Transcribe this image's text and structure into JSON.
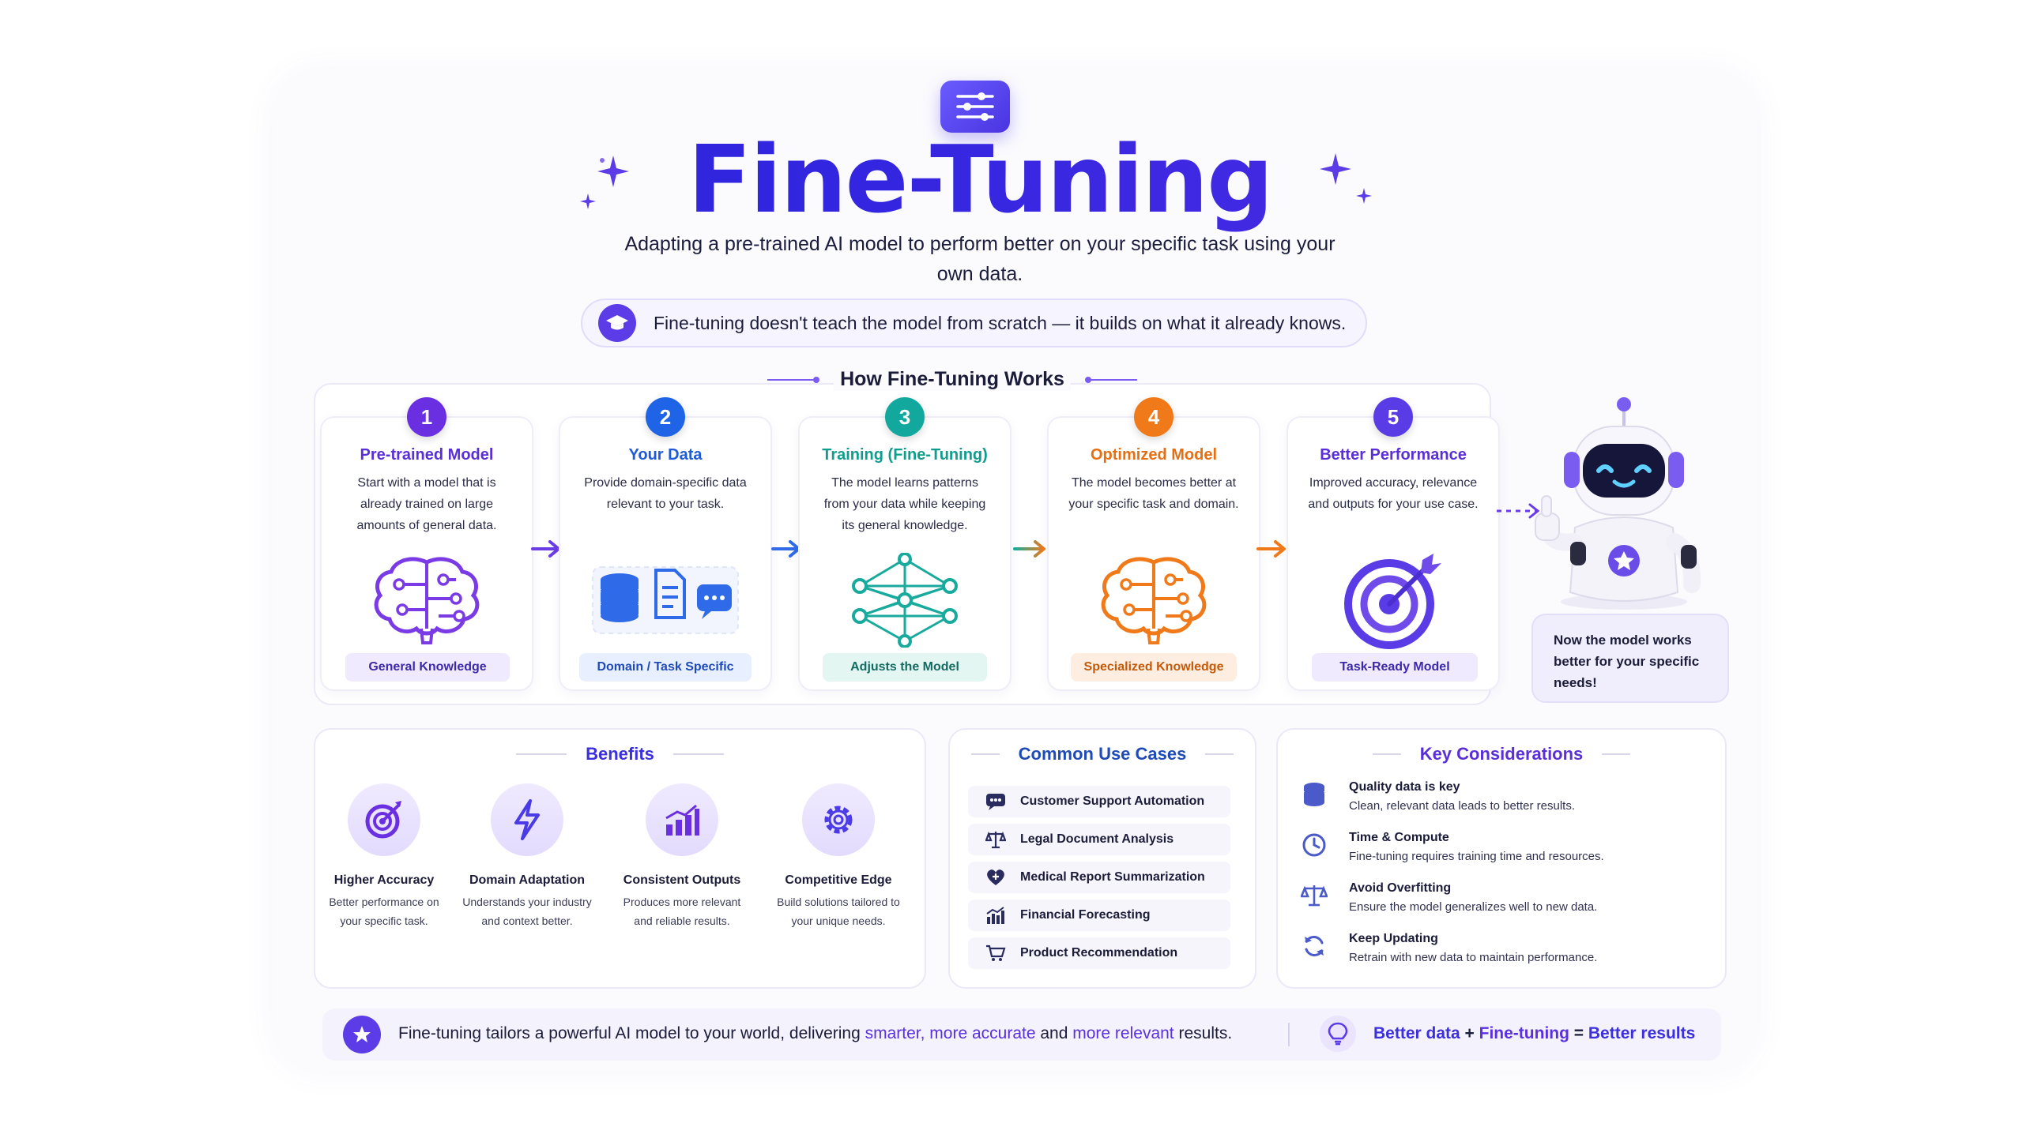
{
  "header": {
    "title": "Fine-Tuning",
    "subtitle": "Adapting a pre-trained AI model to perform better on your specific task using your own data.",
    "note": "Fine-tuning doesn't teach the model from scratch — it builds on what it already knows."
  },
  "how": {
    "title": "How Fine-Tuning Works",
    "steps": [
      {
        "num": "1",
        "title": "Pre-trained Model",
        "desc": "Start with a model that is already trained on large amounts of general data.",
        "tag": "General Knowledge",
        "color": "#6a2fe0",
        "icon": "brain-icon"
      },
      {
        "num": "2",
        "title": "Your Data",
        "desc": "Provide domain-specific data relevant to your task.",
        "tag": "Domain / Task Specific",
        "color": "#1f63e6",
        "icon": "data-stack-icon"
      },
      {
        "num": "3",
        "title": "Training (Fine-Tuning)",
        "desc": "The model learns patterns from your data while keeping its general knowledge.",
        "tag": "Adjusts the Model",
        "color": "#13a89e",
        "icon": "neural-network-icon"
      },
      {
        "num": "4",
        "title": "Optimized Model",
        "desc": "The model becomes better at your specific task and domain.",
        "tag": "Specialized Knowledge",
        "color": "#f07a1a",
        "icon": "brain-icon"
      },
      {
        "num": "5",
        "title": "Better Performance",
        "desc": "Improved accuracy, relevance and outputs for your use case.",
        "tag": "Task-Ready Model",
        "color": "#5a3ce6",
        "icon": "target-icon"
      }
    ],
    "robot_note": "Now the model works better for your specific needs!"
  },
  "benefits": {
    "title": "Benefits",
    "items": [
      {
        "title": "Higher Accuracy",
        "desc": "Better performance on your specific task.",
        "icon": "target-icon"
      },
      {
        "title": "Domain Adaptation",
        "desc": "Understands your industry and context better.",
        "icon": "lightning-icon"
      },
      {
        "title": "Consistent Outputs",
        "desc": "Produces more relevant and reliable results.",
        "icon": "bar-chart-icon"
      },
      {
        "title": "Competitive Edge",
        "desc": "Build solutions tailored to your unique needs.",
        "icon": "gear-icon"
      }
    ]
  },
  "use_cases": {
    "title": "Common Use Cases",
    "items": [
      {
        "label": "Customer Support Automation",
        "icon": "chat-icon"
      },
      {
        "label": "Legal Document Analysis",
        "icon": "scales-icon"
      },
      {
        "label": "Medical Report Summarization",
        "icon": "heart-icon"
      },
      {
        "label": "Financial Forecasting",
        "icon": "bar-chart-icon"
      },
      {
        "label": "Product Recommendation",
        "icon": "cart-icon"
      }
    ]
  },
  "considerations": {
    "title": "Key Considerations",
    "items": [
      {
        "title": "Quality data is key",
        "desc": "Clean, relevant data leads to better results.",
        "icon": "database-icon"
      },
      {
        "title": "Time & Compute",
        "desc": "Fine-tuning requires training time and resources.",
        "icon": "clock-icon"
      },
      {
        "title": "Avoid Overfitting",
        "desc": "Ensure the model generalizes well to new data.",
        "icon": "scales-icon"
      },
      {
        "title": "Keep Updating",
        "desc": "Retrain with new data to maintain performance.",
        "icon": "refresh-icon"
      }
    ]
  },
  "footer": {
    "text_a": "Fine-tuning tailors a powerful AI model to your world, delivering ",
    "hl1": "smarter, more accurate",
    "text_b": " and ",
    "hl2": "more relevant",
    "text_c": " results.",
    "eq_a": "Better data",
    "plus": " + ",
    "eq_b": "Fine-tuning",
    "equals": " = ",
    "eq_c": "Better results"
  },
  "colors": {
    "accent": "#5b3ce6",
    "title_blue": "#2520d8"
  }
}
